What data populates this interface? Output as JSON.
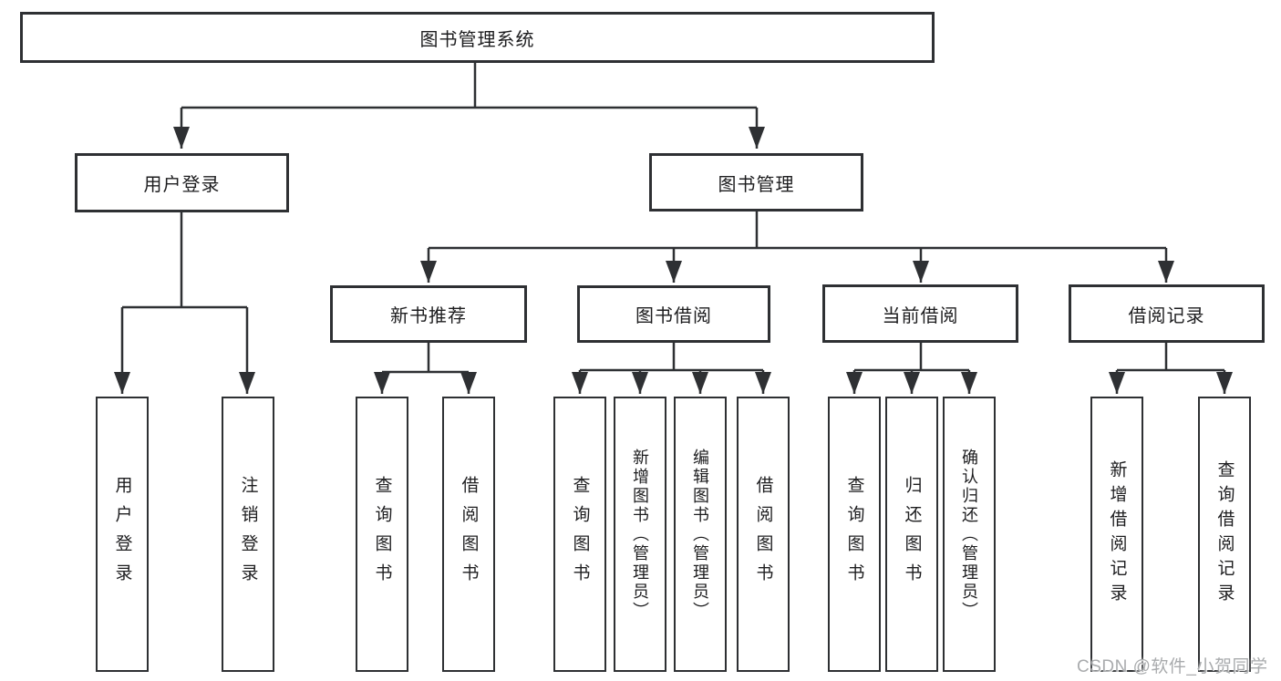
{
  "diagram": {
    "type": "hierarchy-tree",
    "colors": {
      "line": "#2e3033",
      "box_border": "#2e3033",
      "text": "#1d1d1f",
      "background": "#ffffff",
      "watermark": "#a9abad"
    }
  },
  "tree": {
    "label": "图书管理系统",
    "children": [
      {
        "label": "用户登录",
        "children": [
          {
            "label": "用户登录"
          },
          {
            "label": "注销登录"
          }
        ]
      },
      {
        "label": "图书管理",
        "children": [
          {
            "label": "新书推荐",
            "children": [
              {
                "label": "查询图书"
              },
              {
                "label": "借阅图书"
              }
            ]
          },
          {
            "label": "图书借阅",
            "children": [
              {
                "label": "查询图书"
              },
              {
                "label": "新增图书（管理员）"
              },
              {
                "label": "编辑图书（管理员）"
              },
              {
                "label": "借阅图书"
              }
            ]
          },
          {
            "label": "当前借阅",
            "children": [
              {
                "label": "查询图书"
              },
              {
                "label": "归还图书"
              },
              {
                "label": "确认归还（管理员）"
              }
            ]
          },
          {
            "label": "借阅记录",
            "children": [
              {
                "label": "新增借阅记录"
              },
              {
                "label": "查询借阅记录"
              }
            ]
          }
        ]
      }
    ]
  },
  "watermark": {
    "text": "CSDN @软件_小贺同学"
  }
}
